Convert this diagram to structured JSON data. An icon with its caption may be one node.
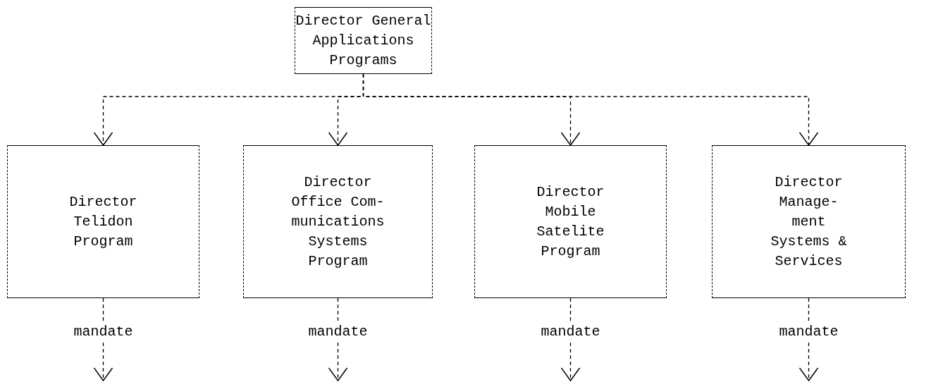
{
  "diagram": {
    "nodes": [
      {
        "text": [
          "Director General Applications Programs"
        ]
      },
      {
        "text": [
          "Director Telidon Program"
        ]
      },
      {
        "text": [
          "Director Office Com- munications Systems Program"
        ]
      },
      {
        "text": [
          "Director Mobile Satelite Program"
        ]
      },
      {
        "text": [
          "Director Manage- ment Systems & Services"
        ]
      }
    ],
    "edges": [
      {
        "from": 0,
        "to": 1,
        "arrow": "to",
        "style": "dashed"
      },
      {
        "from": 0,
        "to": 2,
        "arrow": "to",
        "style": "dashed"
      },
      {
        "from": 0,
        "to": 3,
        "arrow": "to",
        "style": "dashed"
      },
      {
        "from": 0,
        "to": 4,
        "arrow": "to",
        "style": "dashed"
      },
      {
        "from": 1,
        "to": null,
        "arrow": "to",
        "label": "mandate",
        "style": "dashed"
      },
      {
        "from": 2,
        "to": null,
        "arrow": "to",
        "label": "mandate",
        "style": "dashed"
      },
      {
        "from": 3,
        "to": null,
        "arrow": "to",
        "label": "mandate",
        "style": "dashed"
      },
      {
        "from": 4,
        "to": null,
        "arrow": "to",
        "label": "mandate",
        "style": "dashed"
      }
    ]
  }
}
